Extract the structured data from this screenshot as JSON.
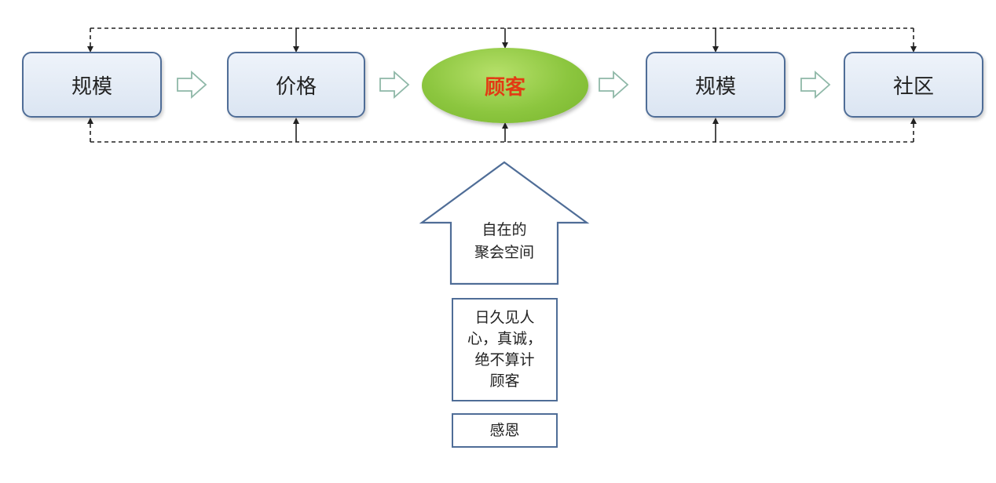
{
  "flow": {
    "nodes": [
      {
        "id": "scale-1",
        "label": "规模"
      },
      {
        "id": "price",
        "label": "价格"
      },
      {
        "id": "customer",
        "label": "顾客"
      },
      {
        "id": "scale-2",
        "label": "规模"
      },
      {
        "id": "community",
        "label": "社区"
      }
    ]
  },
  "foundation": {
    "arrow_text": "自在的\n聚会空间",
    "sincerity_text": "日久见人\n心，真诚，\n绝不算计\n顾客",
    "gratitude_text": "感恩"
  },
  "colors": {
    "box_border": "#4f6d97",
    "box_fill": "#dbe5f2",
    "ellipse_fill": "#8cc63f",
    "highlight_text": "#e23b14",
    "hollow_arrow": "#8fb8a8"
  }
}
